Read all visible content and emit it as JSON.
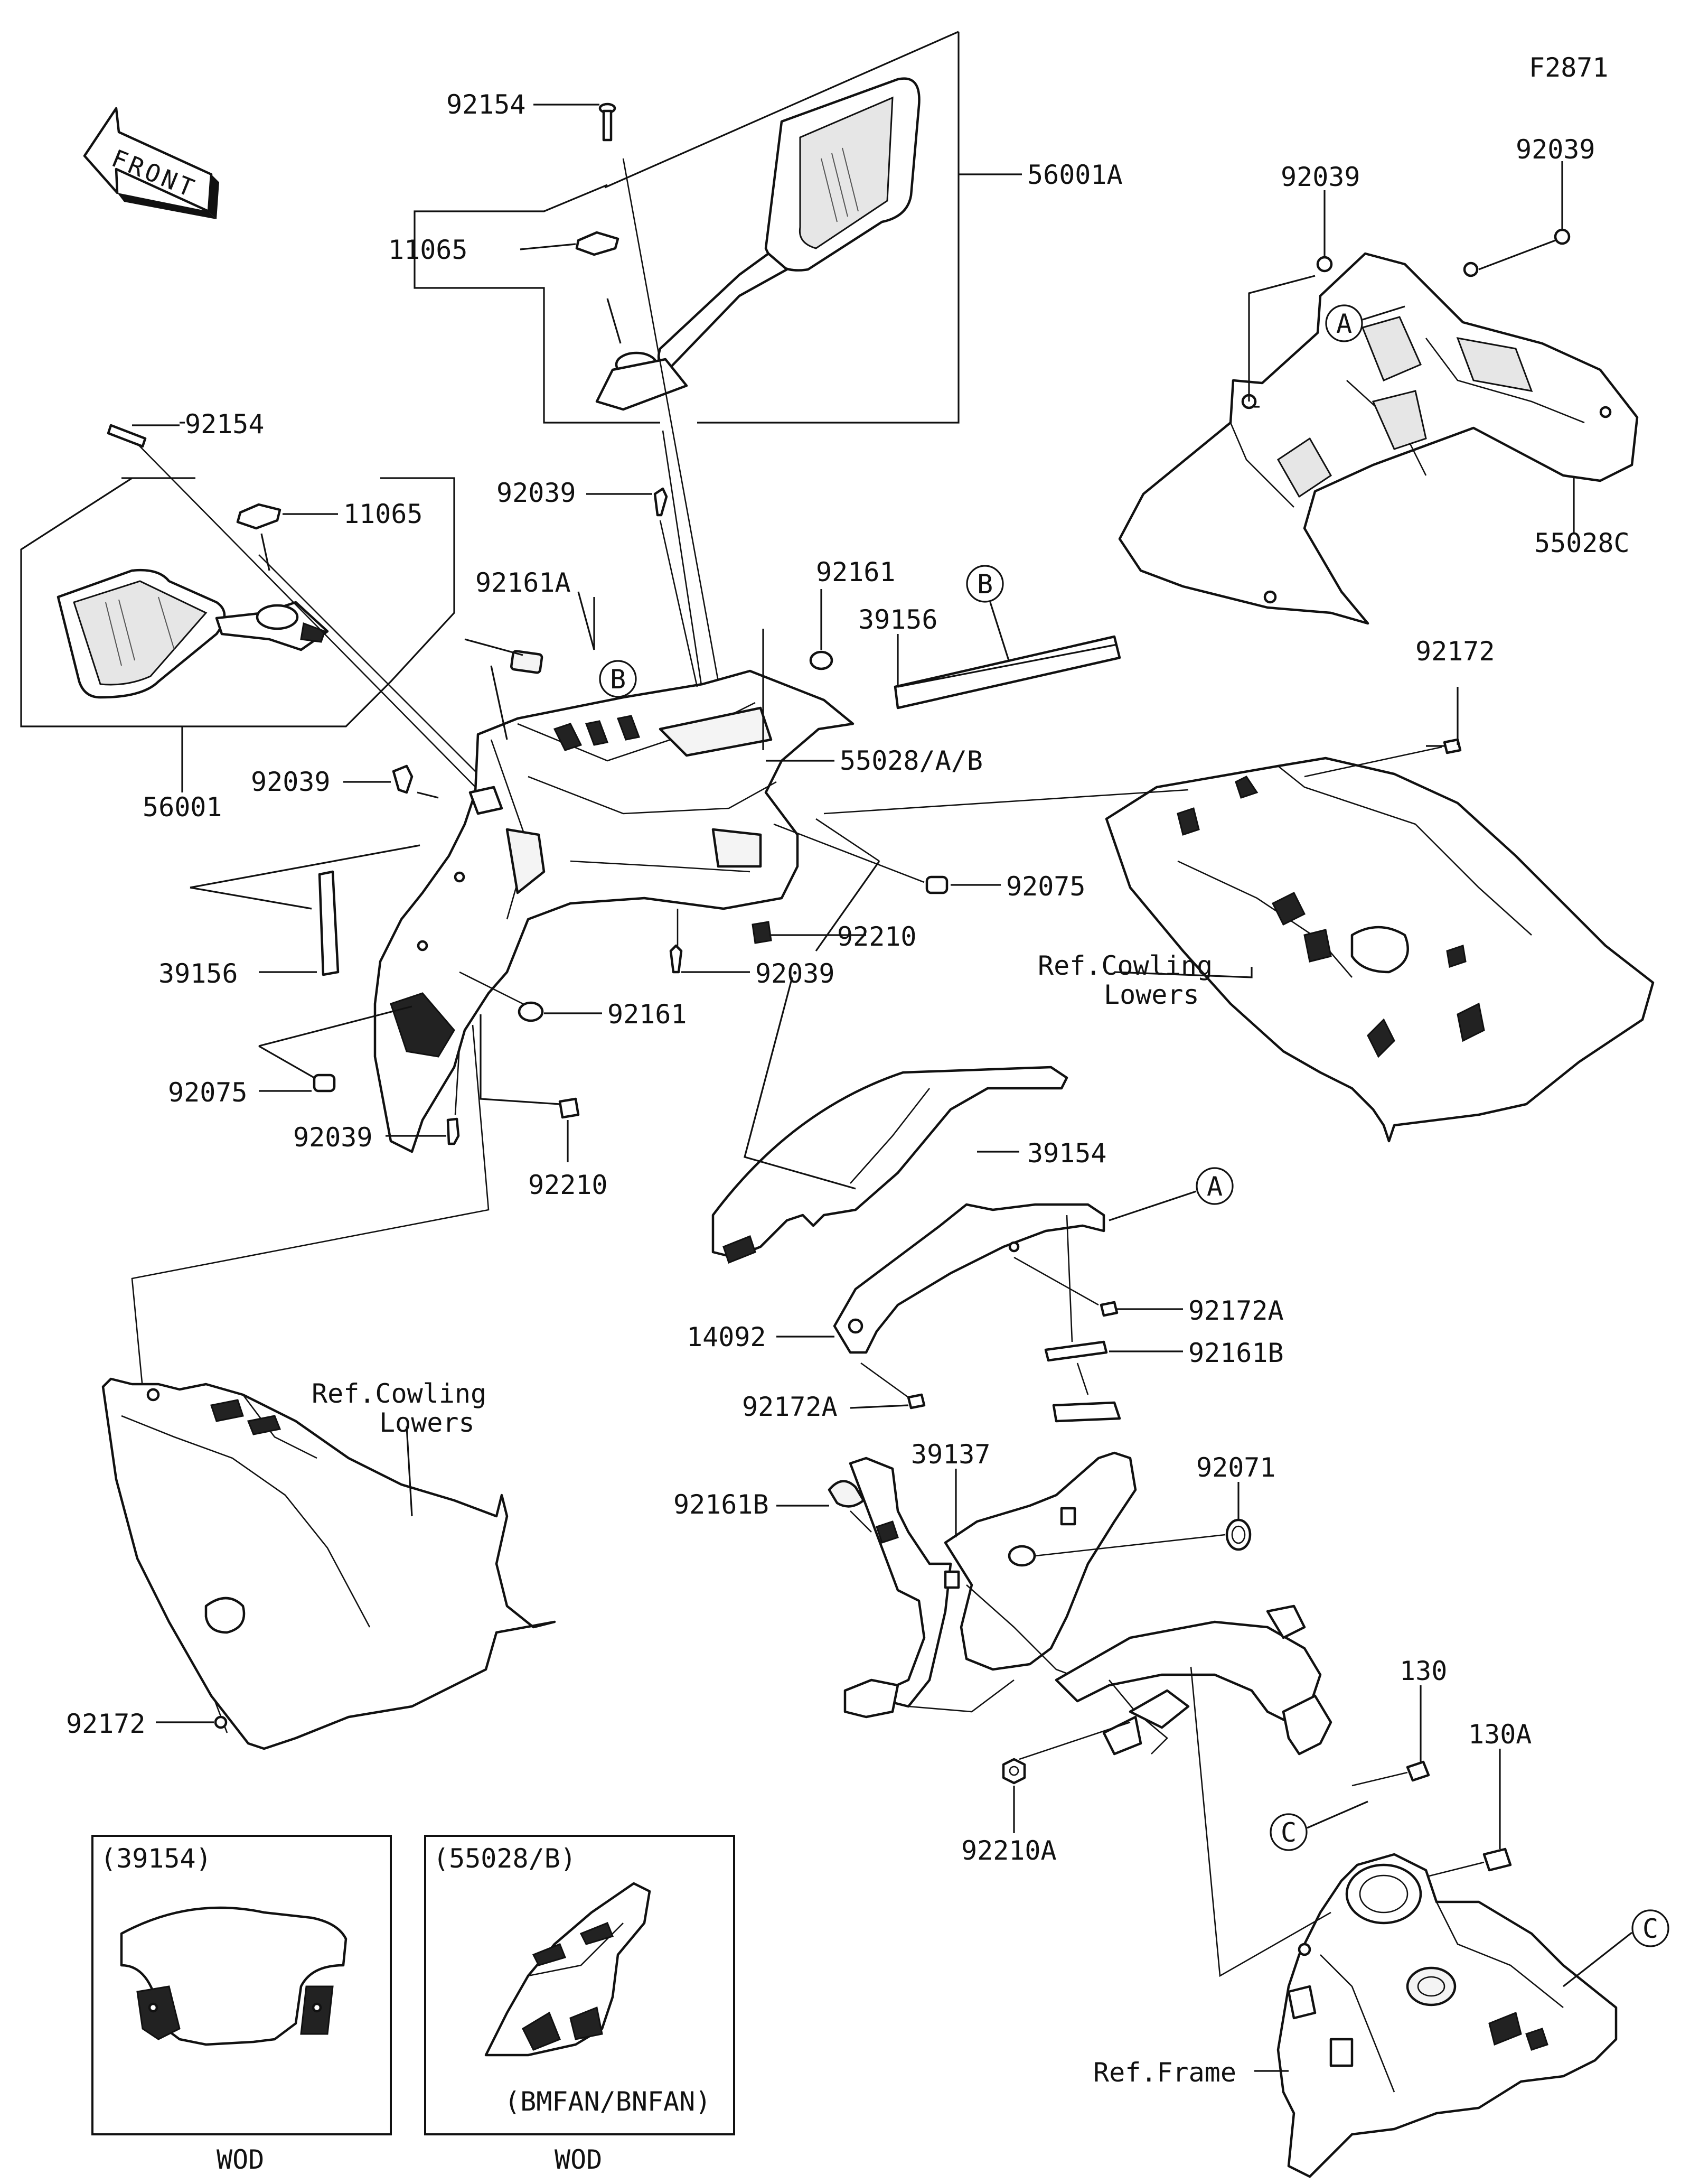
{
  "figure_code": "F2871",
  "front_arrow": {
    "label": "FRONT"
  },
  "callouts": {
    "c_92154_top": "92154",
    "c_56001A": "56001A",
    "c_11065_top": "11065",
    "c_92039_a": "92039",
    "c_92039_b": "92039",
    "c_92154_left": "92154",
    "c_11065_left": "11065",
    "c_92039_c": "92039",
    "c_92161A": "92161A",
    "c_92161_top": "92161",
    "c_39156_top": "39156",
    "c_55028C": "55028C",
    "c_92172_top": "92172",
    "c_55028AB": "55028/A/B",
    "c_56001": "56001",
    "c_92039_d": "92039",
    "c_92075_right": "92075",
    "c_92210_mid": "92210",
    "c_92039_e": "92039",
    "c_39156_left": "39156",
    "c_92161_mid": "92161",
    "c_92075_left": "92075",
    "c_92039_f": "92039",
    "c_92210_left": "92210",
    "c_39154": "39154",
    "c_92172A_a": "92172A",
    "c_14092": "14092",
    "c_92161B_a": "92161B",
    "c_92172A_b": "92172A",
    "c_39137": "39137",
    "c_92071": "92071",
    "c_92161B_b": "92161B",
    "c_130": "130",
    "c_130A": "130A",
    "c_92172_bottom": "92172",
    "c_92210A": "92210A",
    "ref_cowling_right_1": "Ref.Cowling",
    "ref_cowling_right_2": "Lowers",
    "ref_cowling_left_1": "Ref.Cowling",
    "ref_cowling_left_2": "Lowers",
    "ref_frame": "Ref.Frame"
  },
  "circle_markers": {
    "A": "A",
    "B": "B",
    "C": "C"
  },
  "insets": {
    "left": {
      "header": "(39154)",
      "footer": "WOD"
    },
    "right": {
      "header": "(55028/B)",
      "note": "(BMFAN/BNFAN)",
      "footer": "WOD"
    }
  }
}
